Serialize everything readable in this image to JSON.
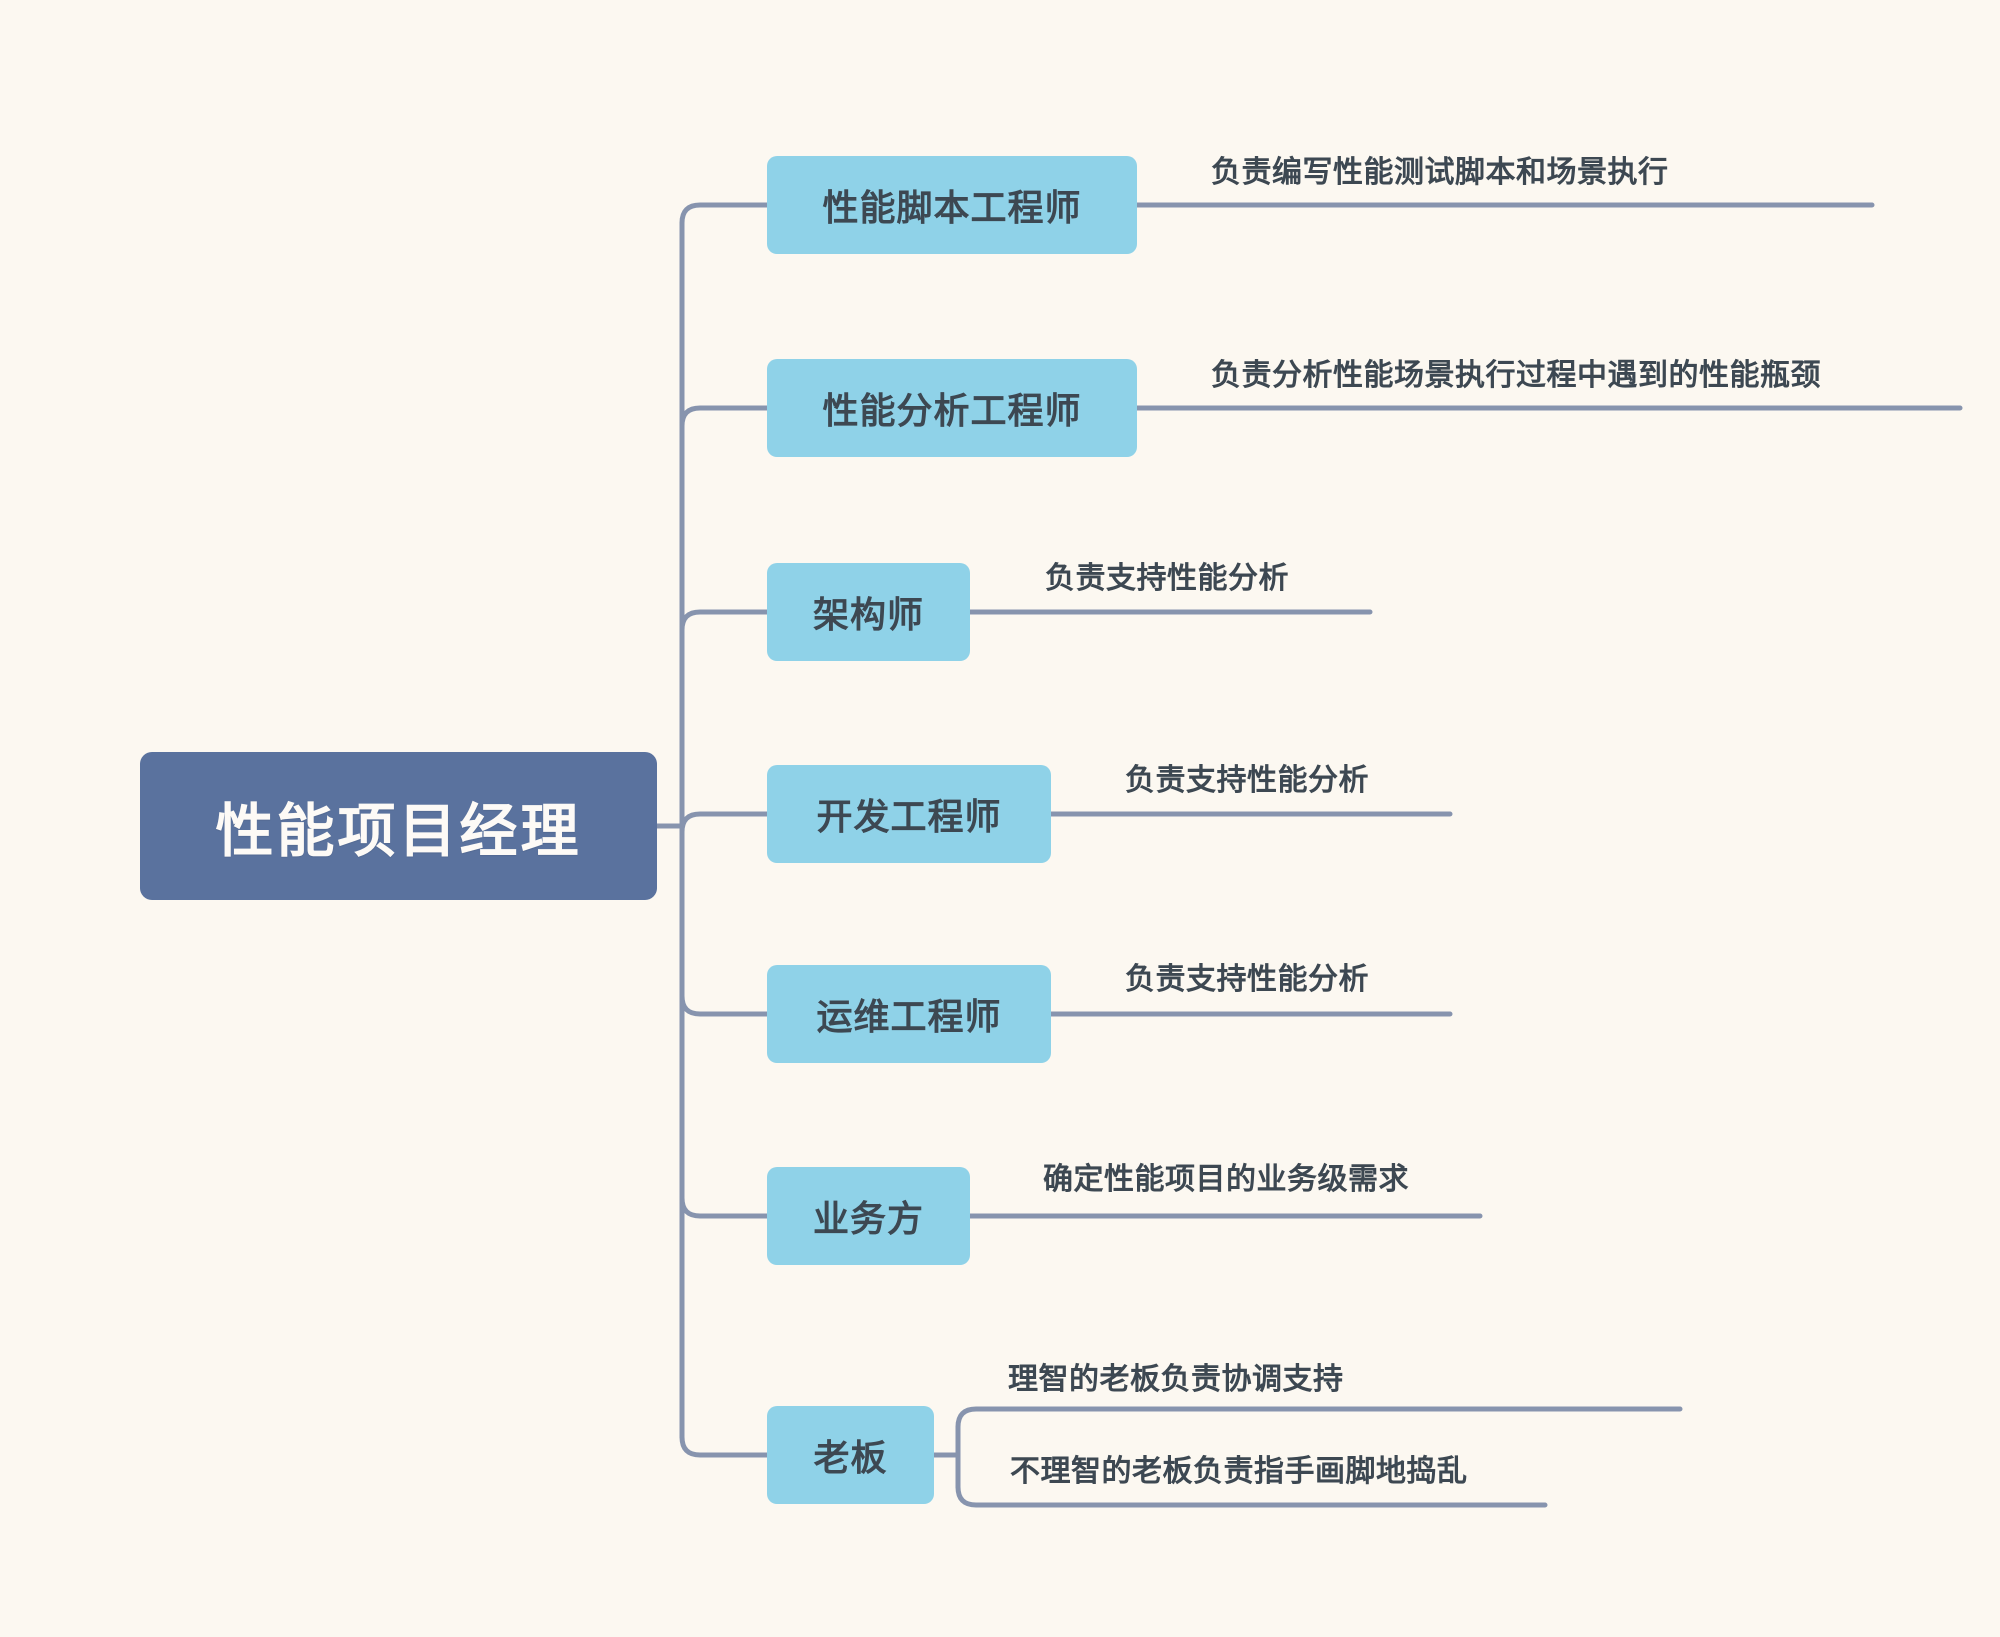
{
  "diagram": {
    "type": "mindmap",
    "title": "性能项目经理",
    "background_color": "#fcf8f1",
    "root_color": "#5a729e",
    "branch_color": "#8fd2e8",
    "connector_color": "#8794ae",
    "text_color": "#3d4852"
  },
  "root": {
    "label": "性能项目经理"
  },
  "branches": [
    {
      "label": "性能脚本工程师",
      "leaves": [
        {
          "text": "负责编写性能测试脚本和场景执行"
        }
      ]
    },
    {
      "label": "性能分析工程师",
      "leaves": [
        {
          "text": "负责分析性能场景执行过程中遇到的性能瓶颈"
        }
      ]
    },
    {
      "label": "架构师",
      "leaves": [
        {
          "text": "负责支持性能分析"
        }
      ]
    },
    {
      "label": "开发工程师",
      "leaves": [
        {
          "text": "负责支持性能分析"
        }
      ]
    },
    {
      "label": "运维工程师",
      "leaves": [
        {
          "text": "负责支持性能分析"
        }
      ]
    },
    {
      "label": "业务方",
      "leaves": [
        {
          "text": "确定性能项目的业务级需求"
        }
      ]
    },
    {
      "label": "老板",
      "leaves": [
        {
          "text": "理智的老板负责协调支持"
        },
        {
          "text": "不理智的老板负责指手画脚地捣乱"
        }
      ]
    }
  ]
}
